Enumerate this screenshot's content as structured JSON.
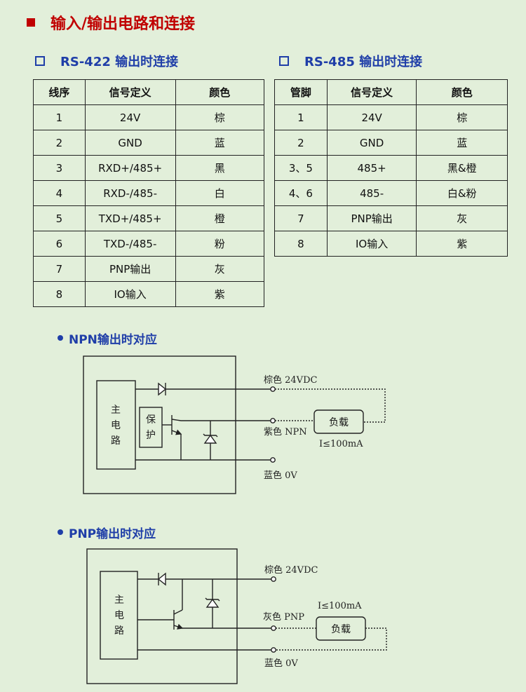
{
  "section_title": "输入/输出电路和连接",
  "rs422": {
    "title": "RS-422 输出时连接",
    "headers": [
      "线序",
      "信号定义",
      "颜色"
    ],
    "rows": [
      [
        "1",
        "24V",
        "棕"
      ],
      [
        "2",
        "GND",
        "蓝"
      ],
      [
        "3",
        "RXD+/485+",
        "黑"
      ],
      [
        "4",
        "RXD-/485-",
        "白"
      ],
      [
        "5",
        "TXD+/485+",
        "橙"
      ],
      [
        "6",
        "TXD-/485-",
        "粉"
      ],
      [
        "7",
        "PNP输出",
        "灰"
      ],
      [
        "8",
        "IO输入",
        "紫"
      ]
    ]
  },
  "rs485": {
    "title": "RS-485 输出时连接",
    "headers": [
      "管脚",
      "信号定义",
      "颜色"
    ],
    "rows": [
      [
        "1",
        "24V",
        "棕"
      ],
      [
        "2",
        "GND",
        "蓝"
      ],
      [
        "3、5",
        "485+",
        "黑&橙"
      ],
      [
        "4、6",
        "485-",
        "白&粉"
      ],
      [
        "7",
        "PNP输出",
        "灰"
      ],
      [
        "8",
        "IO输入",
        "紫"
      ]
    ]
  },
  "npn": {
    "title": "NPN输出时对应",
    "main_circuit": [
      "主",
      "电",
      "路"
    ],
    "protect": [
      "保",
      "护"
    ],
    "label_brown": "棕色 24VDC",
    "label_purple": "紫色 NPN",
    "label_blue": "蓝色 0V",
    "load": "负载",
    "current": "I≤100mA"
  },
  "pnp": {
    "title": "PNP输出时对应",
    "main_circuit": [
      "主",
      "电",
      "路"
    ],
    "label_brown": "棕色 24VDC",
    "label_gray": "灰色 PNP",
    "label_blue": "蓝色 0V",
    "load": "负载",
    "current": "I≤100mA"
  },
  "colors": {
    "title_red": "#c00000",
    "heading_blue": "#1f3ea8",
    "background": "#e2efda"
  }
}
